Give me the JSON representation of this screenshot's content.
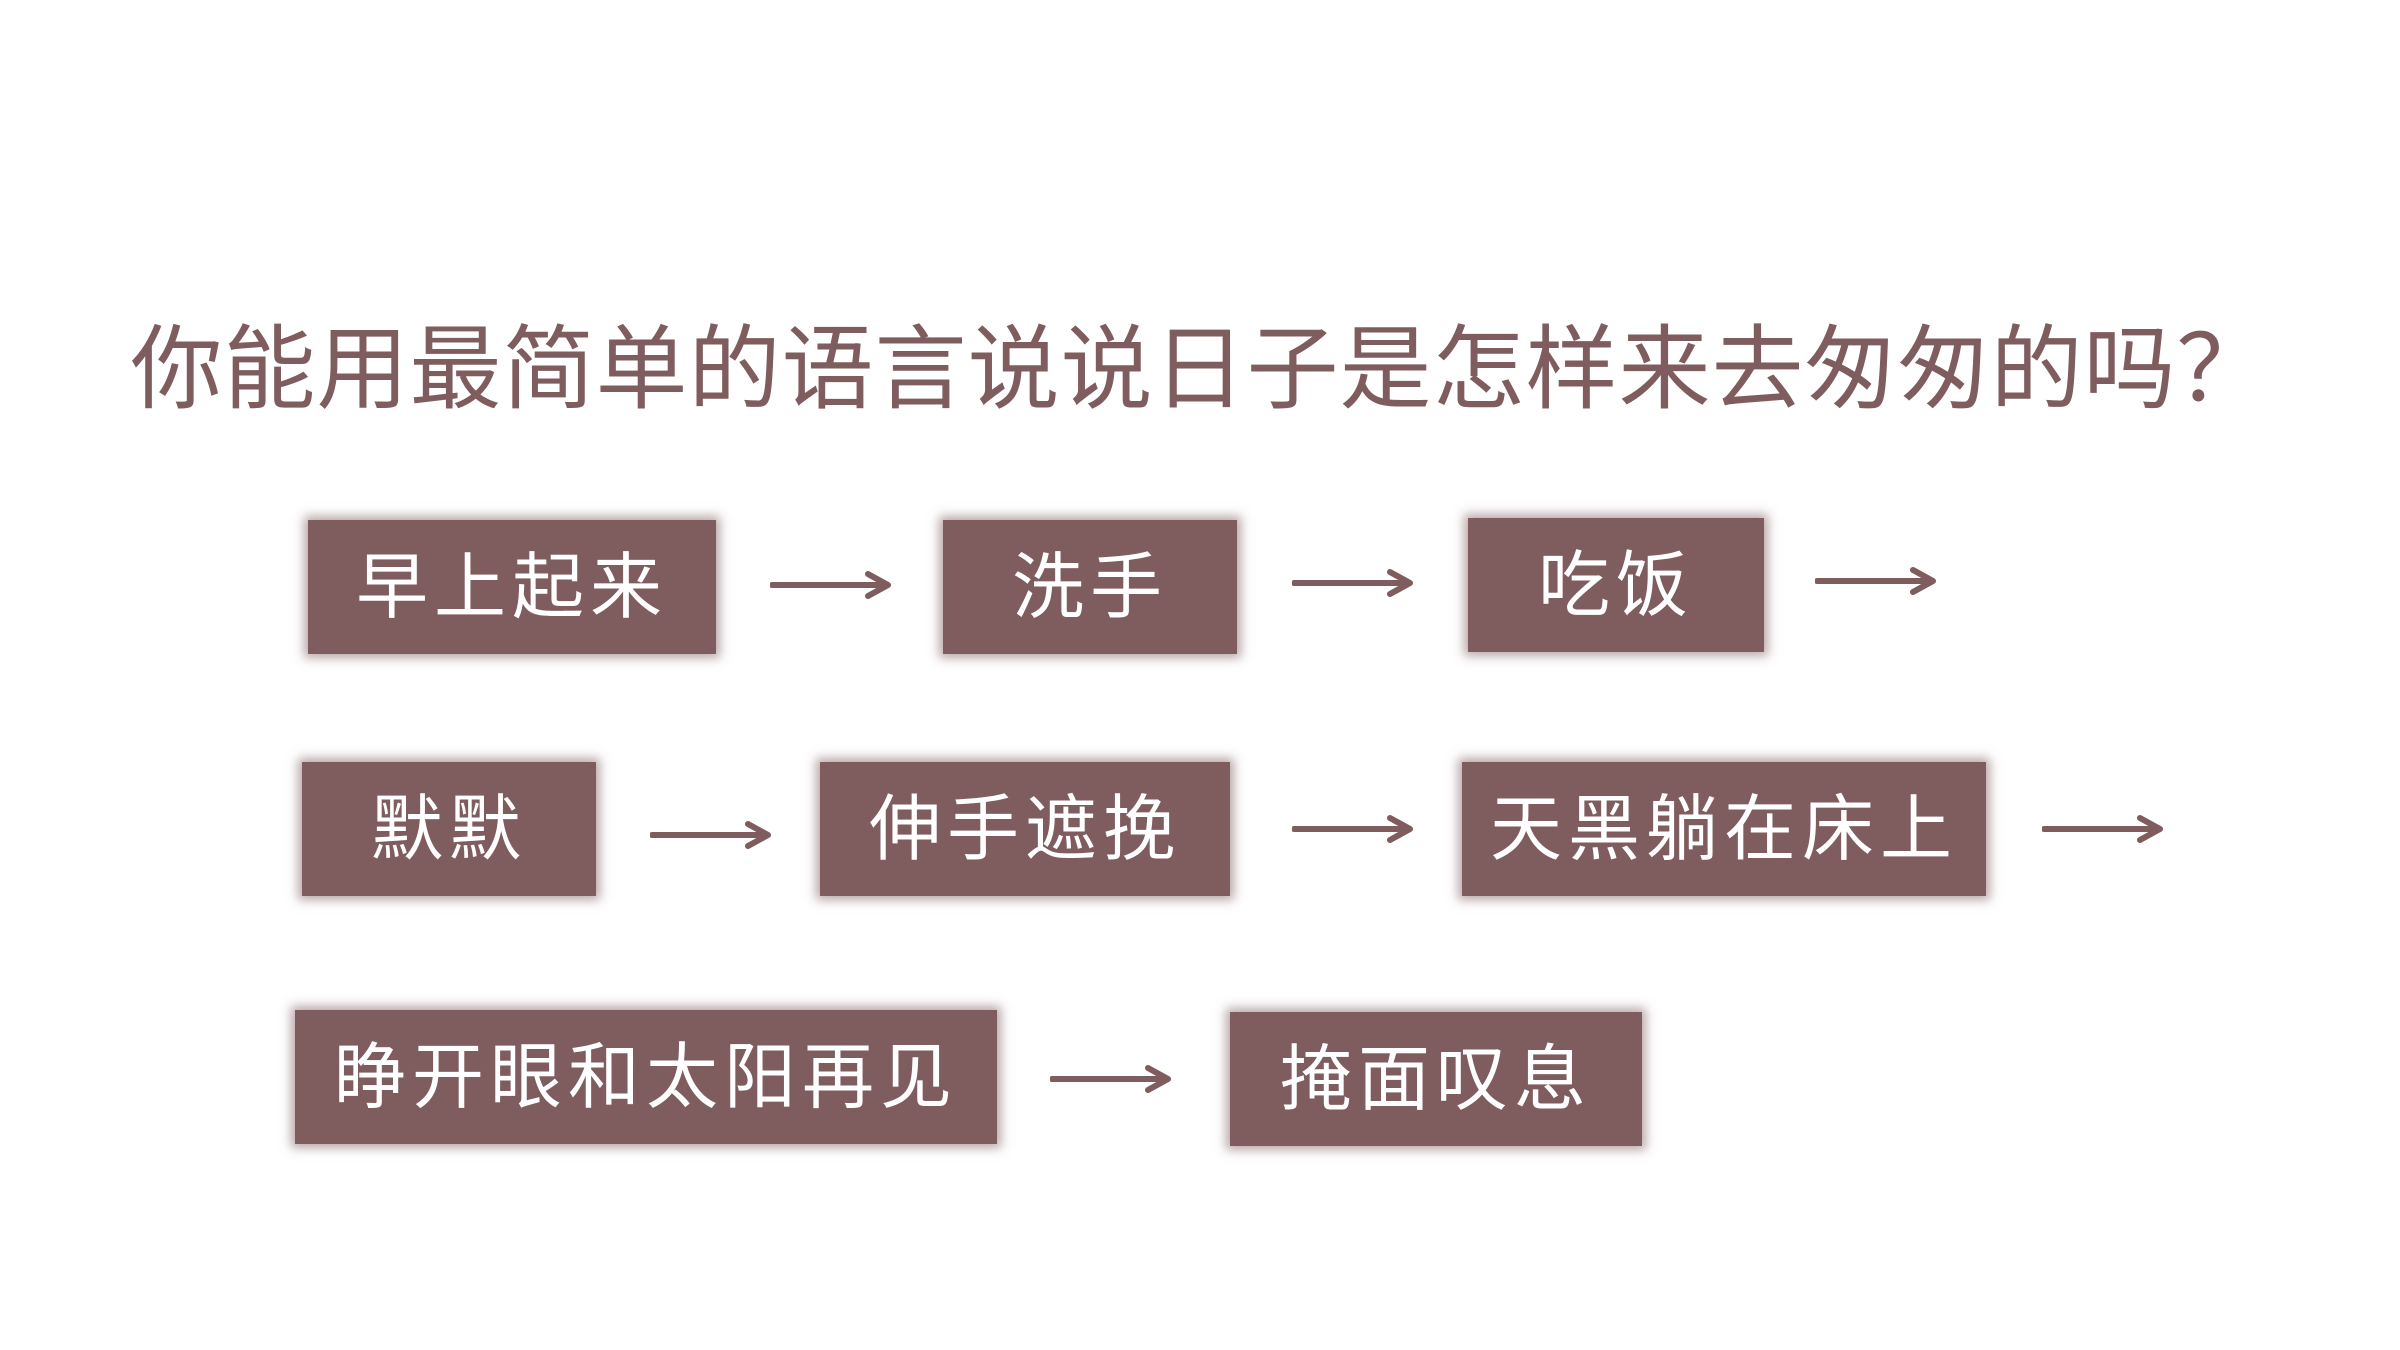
{
  "slide": {
    "title": "你能用最简单的语言说说日子是怎样来去匆匆的吗？"
  },
  "steps": [
    "早上起来",
    "洗手",
    "吃饭",
    "默默",
    "伸手遮挽",
    "天黑躺在床上",
    "睁开眼和太阳再见",
    "掩面叹息"
  ],
  "colors": {
    "accent": "#7f5c5e",
    "box_text": "#ffffff",
    "background": "#ffffff"
  },
  "icons": {
    "arrow": "right-arrow-icon"
  }
}
